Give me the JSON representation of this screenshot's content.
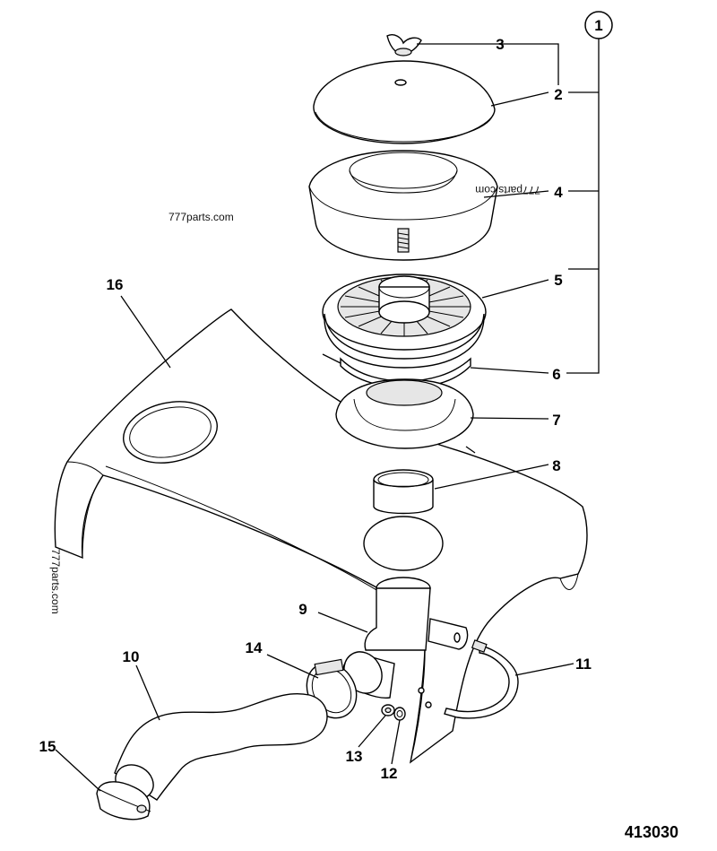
{
  "diagram": {
    "drawing_code": "413030",
    "watermarks": [
      "777parts.com",
      "777parts.com",
      "777parts.com"
    ],
    "callouts": [
      "1",
      "2",
      "3",
      "4",
      "5",
      "6",
      "7",
      "8",
      "9",
      "10",
      "11",
      "12",
      "13",
      "14",
      "15",
      "16"
    ]
  }
}
